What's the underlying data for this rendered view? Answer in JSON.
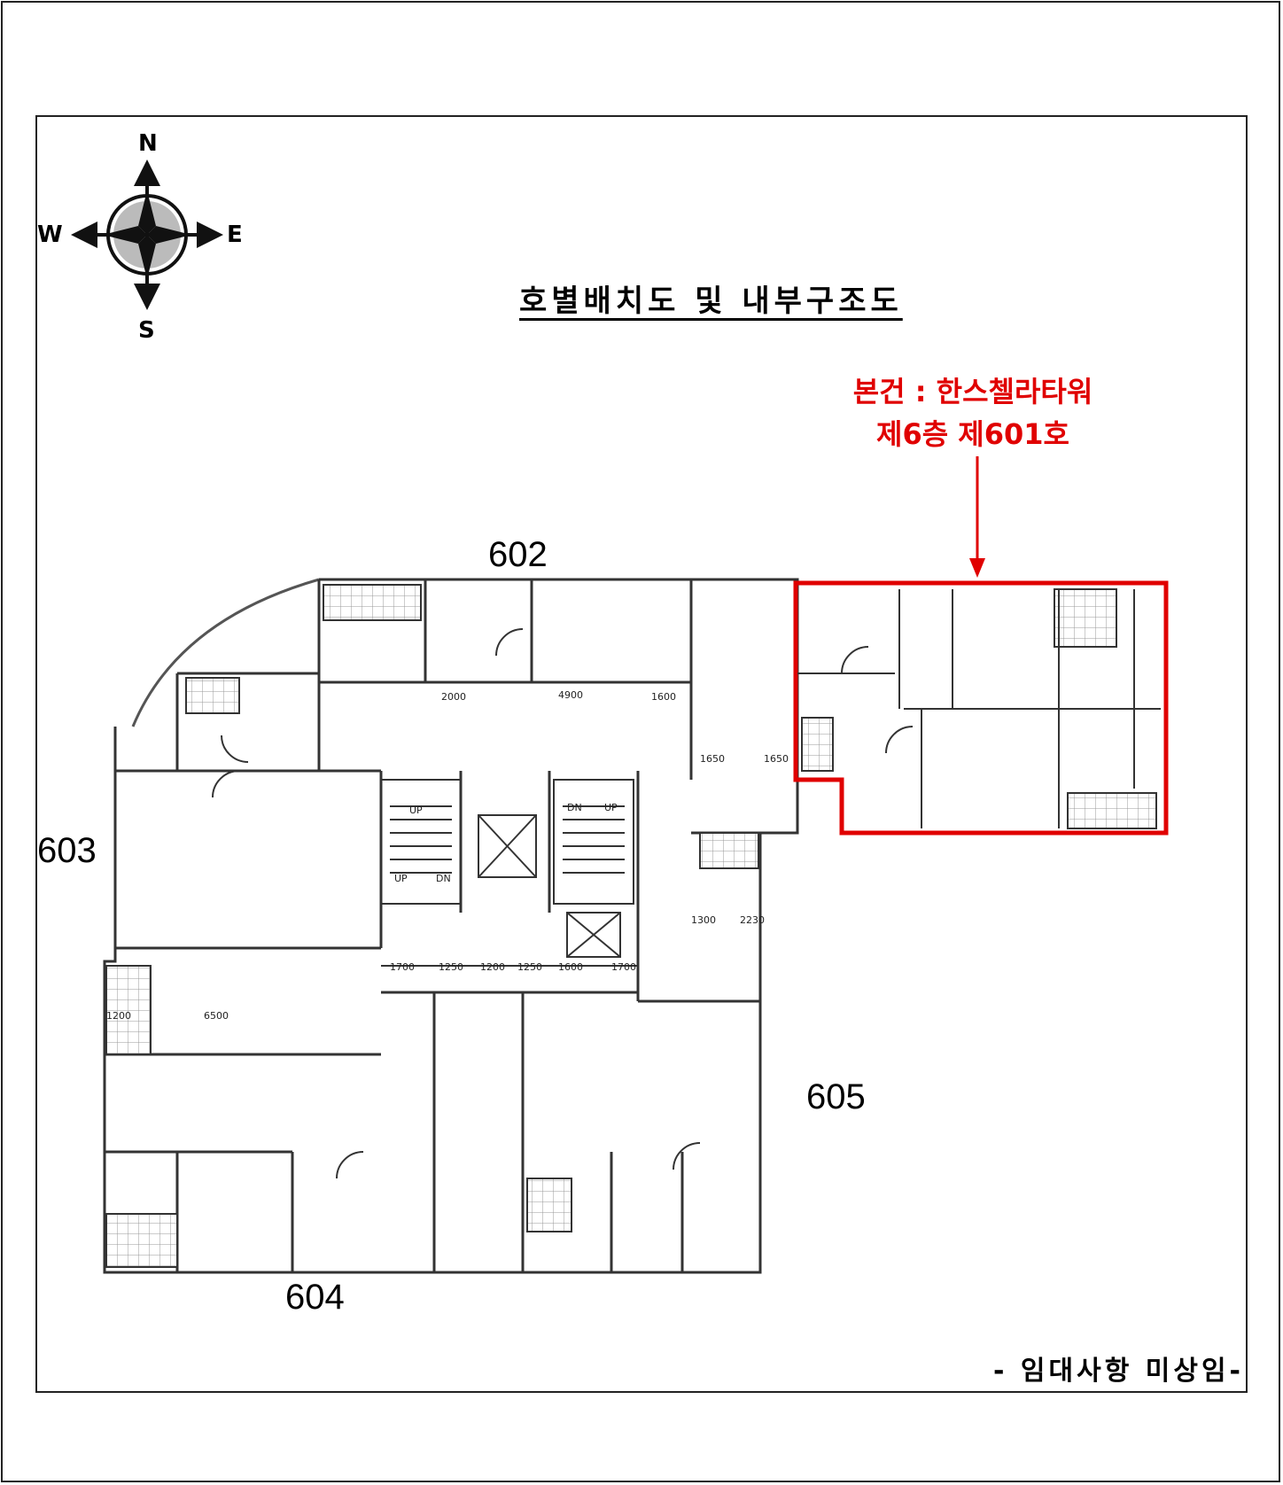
{
  "title": "호별배치도 및 내부구조도",
  "subject": {
    "line1": "본건 : 한스첼라타워",
    "line2": "제6층 제601호",
    "highlight_color": "#e00000"
  },
  "compass": {
    "north": "N",
    "south": "S",
    "east": "E",
    "west": "W"
  },
  "units": {
    "u602": "602",
    "u603": "603",
    "u604": "604",
    "u605": "605"
  },
  "footer": "- 임대사항 미상임-"
}
